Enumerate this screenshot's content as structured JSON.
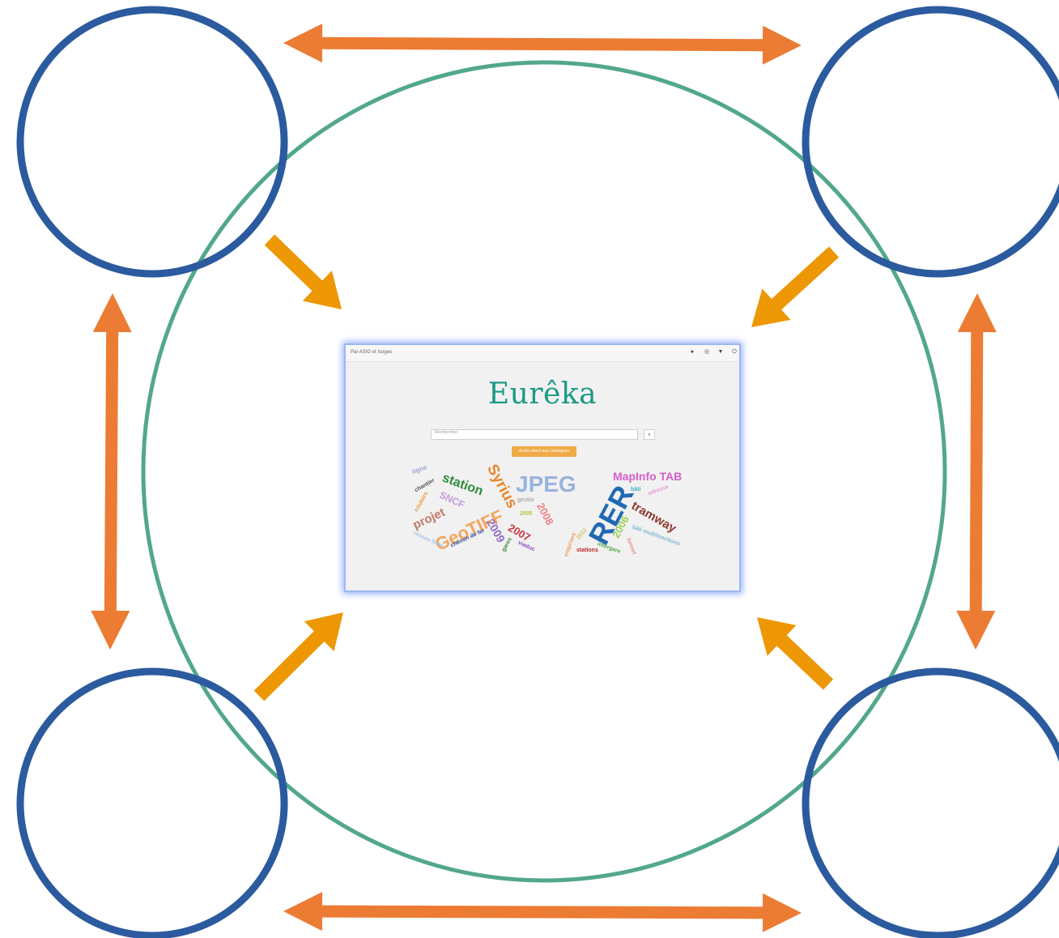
{
  "colors": {
    "user_circle": "#2b5a9e",
    "network_circle": "#52a888",
    "double_arrow": "#ec7b33",
    "inward_arrow": "#ed9705"
  },
  "screenshot": {
    "topbar_title": "Par ASIG et Isogeo",
    "topbar_icons": [
      "user-icon",
      "globe-icon",
      "cart-icon",
      "power-icon"
    ],
    "logo": "Eurêka",
    "search_placeholder": "Rechercher",
    "search_icon": "search-icon",
    "catalog_button": "Accès direct aux catalogues",
    "word_cloud": [
      {
        "text": "ligne",
        "color": "#9aa7d6"
      },
      {
        "text": "chantier",
        "color": "#555555"
      },
      {
        "text": "station",
        "color": "#2e8b3a"
      },
      {
        "text": "Syrius",
        "color": "#e8862a"
      },
      {
        "text": "JPEG",
        "color": "#9ab3dc"
      },
      {
        "text": "MapInfo TAB",
        "color": "#d45ec8"
      },
      {
        "text": "SNCF",
        "color": "#c19be0"
      },
      {
        "text": "gestio",
        "color": "#aaaaaa"
      },
      {
        "text": "2008",
        "color": "#f07f86"
      },
      {
        "text": "RER",
        "color": "#2069b2"
      },
      {
        "text": "tramway",
        "color": "#8b3a2e"
      },
      {
        "text": "bâti",
        "color": "#3fb1c9"
      },
      {
        "text": "adresse",
        "color": "#e7a0d8"
      },
      {
        "text": "couloirs",
        "color": "#e89b3c"
      },
      {
        "text": "projet",
        "color": "#c07a68"
      },
      {
        "text": "GeoTIFF",
        "color": "#f3a55c"
      },
      {
        "text": "2005",
        "color": "#b9c43d"
      },
      {
        "text": "2009",
        "color": "#8e6cc2"
      },
      {
        "text": "2007",
        "color": "#c7373f"
      },
      {
        "text": "2006",
        "color": "#99d25e"
      },
      {
        "text": "réseau ferré",
        "color": "#a8c6e8"
      },
      {
        "text": "chemin de fer",
        "color": "#3550a0"
      },
      {
        "text": "gares",
        "color": "#3c8c3c"
      },
      {
        "text": "viaduc",
        "color": "#8e4bbf"
      },
      {
        "text": "emprises",
        "color": "#f09b62"
      },
      {
        "text": "2012",
        "color": "#c8c86a"
      },
      {
        "text": "stations",
        "color": "#c02a2a"
      },
      {
        "text": "intergare",
        "color": "#5aa84a"
      },
      {
        "text": "tunnel",
        "color": "#e98b8b"
      },
      {
        "text": "bâti multifonctions",
        "color": "#7fb7cf"
      }
    ]
  }
}
